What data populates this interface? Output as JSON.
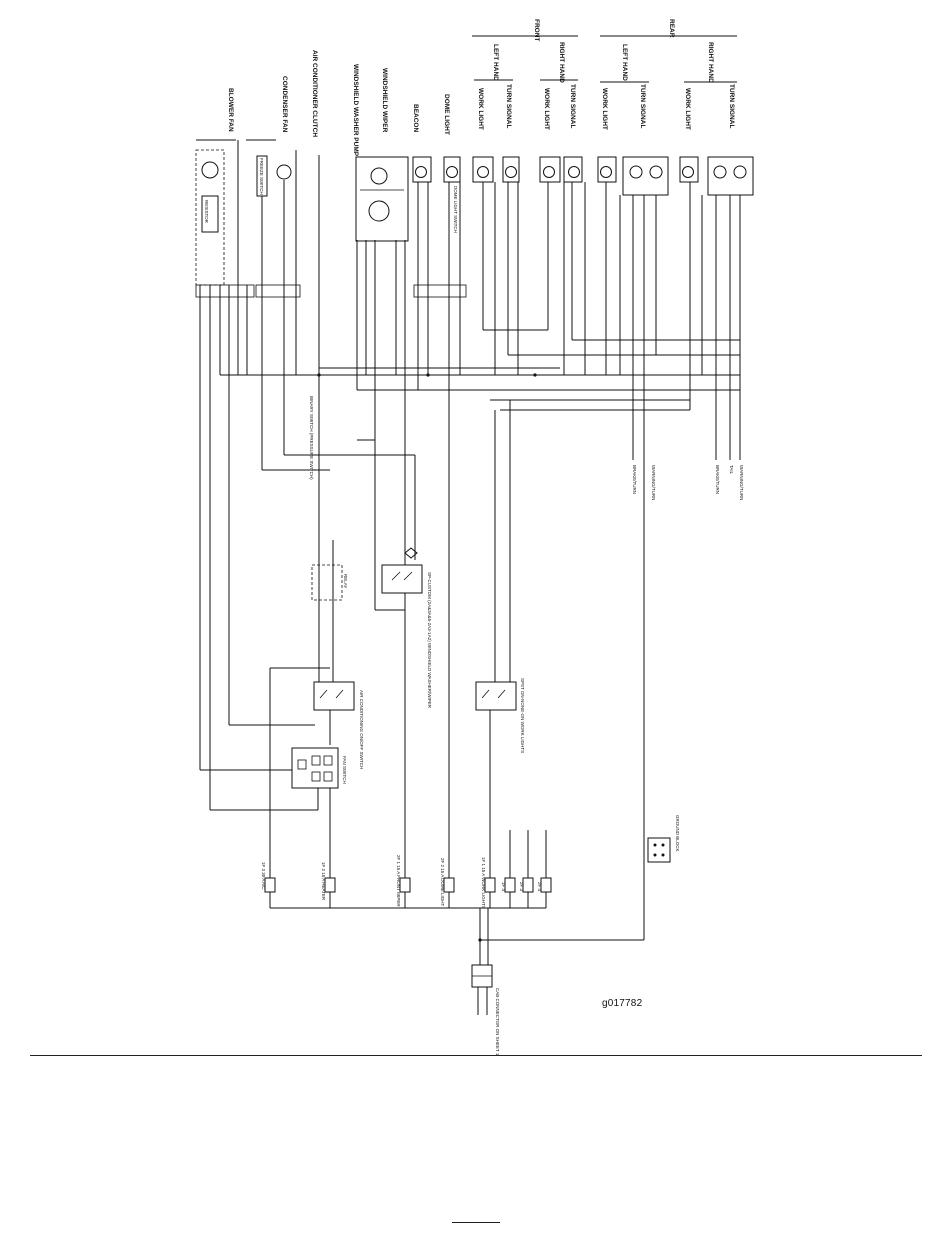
{
  "figure_id": "g017782",
  "groups": {
    "front": "FRONT",
    "rear": "REAR"
  },
  "sub_groups": [
    "LEFT HAND",
    "RIGHT HAND",
    "LEFT HAND",
    "RIGHT HAND"
  ],
  "component_labels": [
    "BLOWER FAN",
    "CONDENSER FAN",
    "AIR CONDITIONER CLUTCH",
    "WINDSHIELD WASHER PUMP",
    "WINDSHIELD WIPER",
    "BEACON",
    "DOME LIGHT",
    "WORK LIGHT",
    "TURN SIGNAL",
    "WORK LIGHT",
    "TURN SIGNAL",
    "WORK LIGHT",
    "TURN SIGNAL",
    "WORK LIGHT",
    "TURN SIGNAL"
  ],
  "small_labels": {
    "resistor": "RESISTOR",
    "freeze_switch": "FREEZE SWITCH",
    "dome_light_switch": "DOME LIGHT SWITCH",
    "binary_switch": "BINARY SWITCH (PRESSURE SWITCH)",
    "relay": "RELAY",
    "wiper_switch": "SP-CUSTOM (2A&3A&5-2A3-1A2) WINDSHIELD WASHER/WIPER",
    "ac_switch": "AIR CONDITIONING ON/OFF SWITCH",
    "work_lights_switch": "SPST ON-NONE-ON WORK LIGHTS",
    "fan_switch": "FAN SWITCH",
    "ground_block": "GROUND BLOCK",
    "cab_connector": "CAB CONNECTOR ON SHEET 1",
    "rear_left_tags": [
      "BRAKE/TURN",
      "WARNING/TURN"
    ],
    "rear_right_tags": [
      "BRAKE/TURN",
      "TAIL",
      "WARNING/TURN"
    ]
  },
  "fuses": [
    "1F 3  30 A A/C",
    "1F 2  15 A HEATER",
    "2F 1  15 A FRONT WIPER",
    "2F 2  15 A DOME LIGHT",
    "1F 1  15 A WORK LIGHTS",
    "1F 4",
    "2F 3",
    "2F 4"
  ]
}
